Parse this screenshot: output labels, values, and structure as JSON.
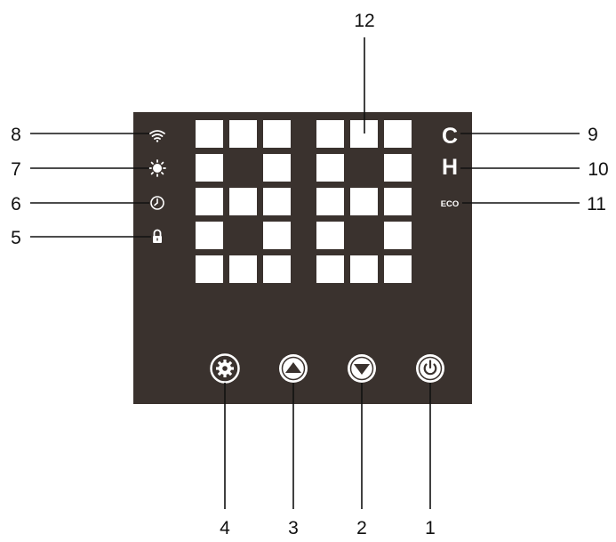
{
  "panel": {
    "background": "#3a322e",
    "segment_color": "#ffffff",
    "indicators": {
      "wifi": "wifi-icon",
      "heating": "sun-icon",
      "timer": "clock-icon",
      "lock": "padlock-icon",
      "cool_letter": "C",
      "heat_letter": "H",
      "eco_text": "ECO"
    },
    "buttons": [
      {
        "name": "settings-button",
        "icon": "gear-icon"
      },
      {
        "name": "up-button",
        "icon": "triangle-up-icon"
      },
      {
        "name": "down-button",
        "icon": "triangle-down-icon"
      },
      {
        "name": "power-button",
        "icon": "power-icon"
      }
    ]
  },
  "callouts": {
    "n1": "1",
    "n2": "2",
    "n3": "3",
    "n4": "4",
    "n5": "5",
    "n6": "6",
    "n7": "7",
    "n8": "8",
    "n9": "9",
    "n10": "10",
    "n11": "11",
    "n12": "12"
  }
}
